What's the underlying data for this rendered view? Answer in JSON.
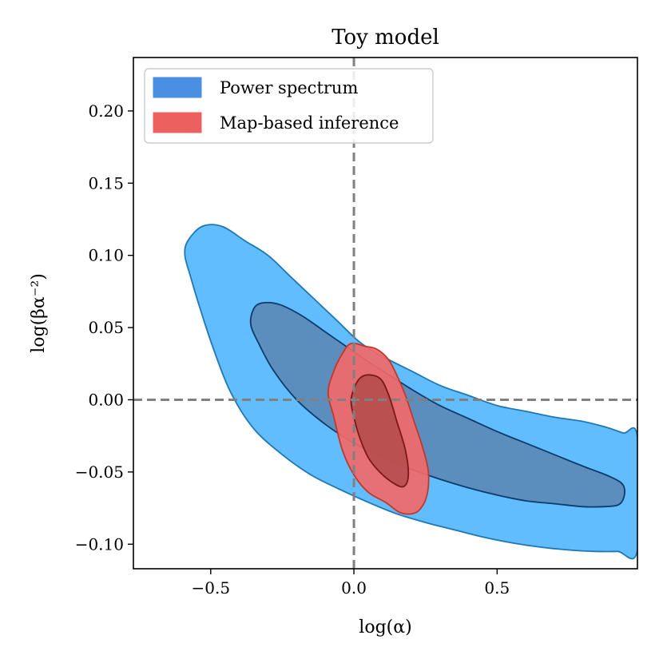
{
  "chart_data": {
    "type": "contour",
    "title": "Toy model",
    "xlabel": "log(α)",
    "ylabel": "log(βα⁻²)",
    "xlim": [
      -0.77,
      0.99
    ],
    "ylim": [
      -0.117,
      0.237
    ],
    "xticks": [
      {
        "value": -0.5,
        "label": "−0.5"
      },
      {
        "value": 0.0,
        "label": "0.0"
      },
      {
        "value": 0.5,
        "label": "0.5"
      }
    ],
    "yticks": [
      {
        "value": 0.2,
        "label": "0.20"
      },
      {
        "value": 0.15,
        "label": "0.15"
      },
      {
        "value": 0.1,
        "label": "0.10"
      },
      {
        "value": 0.05,
        "label": "0.05"
      },
      {
        "value": 0.0,
        "label": "0.00"
      },
      {
        "value": -0.05,
        "label": "−0.05"
      },
      {
        "value": -0.1,
        "label": "−0.10"
      }
    ],
    "reference_lines": [
      {
        "orientation": "vertical",
        "value": 0.0,
        "style": "dashed",
        "color": "#808080"
      },
      {
        "orientation": "horizontal",
        "value": 0.0,
        "style": "dashed",
        "color": "#808080"
      }
    ],
    "legend": {
      "placement": "top-left",
      "entries": [
        {
          "label": "Power spectrum",
          "color": "#4a90e2"
        },
        {
          "label": "Map-based inference",
          "color": "#ec6060"
        }
      ]
    },
    "series": [
      {
        "name": "Power spectrum",
        "contours": [
          {
            "level": "outer",
            "fill": "#62bdff",
            "stroke": "#1f77b4",
            "opacity": 1.0,
            "points": [
              [
                -0.58,
                0.11
              ],
              [
                -0.53,
                0.12
              ],
              [
                -0.46,
                0.12
              ],
              [
                -0.38,
                0.11
              ],
              [
                -0.3,
                0.1
              ],
              [
                -0.22,
                0.085
              ],
              [
                -0.14,
                0.07
              ],
              [
                -0.06,
                0.055
              ],
              [
                0.02,
                0.04
              ],
              [
                0.1,
                0.03
              ],
              [
                0.2,
                0.02
              ],
              [
                0.3,
                0.01
              ],
              [
                0.4,
                0.003
              ],
              [
                0.5,
                -0.004
              ],
              [
                0.6,
                -0.008
              ],
              [
                0.7,
                -0.012
              ],
              [
                0.8,
                -0.015
              ],
              [
                0.88,
                -0.019
              ],
              [
                0.94,
                -0.023
              ],
              [
                0.99,
                -0.026
              ],
              [
                0.99,
                -0.104
              ],
              [
                0.92,
                -0.105
              ],
              [
                0.84,
                -0.105
              ],
              [
                0.75,
                -0.104
              ],
              [
                0.65,
                -0.102
              ],
              [
                0.55,
                -0.099
              ],
              [
                0.45,
                -0.095
              ],
              [
                0.35,
                -0.09
              ],
              [
                0.25,
                -0.085
              ],
              [
                0.15,
                -0.079
              ],
              [
                0.05,
                -0.071
              ],
              [
                -0.05,
                -0.062
              ],
              [
                -0.15,
                -0.052
              ],
              [
                -0.25,
                -0.038
              ],
              [
                -0.35,
                -0.02
              ],
              [
                -0.43,
                0.005
              ],
              [
                -0.49,
                0.035
              ],
              [
                -0.54,
                0.065
              ],
              [
                -0.57,
                0.085
              ],
              [
                -0.59,
                0.1
              ]
            ]
          },
          {
            "level": "inner",
            "fill": "#5b8ebd",
            "stroke": "#0b3c6b",
            "opacity": 1.0,
            "points": [
              [
                -0.35,
                0.063
              ],
              [
                -0.32,
                0.067
              ],
              [
                -0.26,
                0.066
              ],
              [
                -0.18,
                0.058
              ],
              [
                -0.1,
                0.047
              ],
              [
                -0.02,
                0.036
              ],
              [
                0.06,
                0.025
              ],
              [
                0.14,
                0.015
              ],
              [
                0.22,
                0.005
              ],
              [
                0.3,
                -0.004
              ],
              [
                0.4,
                -0.013
              ],
              [
                0.5,
                -0.022
              ],
              [
                0.6,
                -0.03
              ],
              [
                0.7,
                -0.038
              ],
              [
                0.8,
                -0.046
              ],
              [
                0.88,
                -0.052
              ],
              [
                0.93,
                -0.057
              ],
              [
                0.945,
                -0.062
              ],
              [
                0.94,
                -0.069
              ],
              [
                0.92,
                -0.073
              ],
              [
                0.87,
                -0.074
              ],
              [
                0.8,
                -0.074
              ],
              [
                0.7,
                -0.072
              ],
              [
                0.6,
                -0.07
              ],
              [
                0.5,
                -0.066
              ],
              [
                0.4,
                -0.061
              ],
              [
                0.3,
                -0.055
              ],
              [
                0.2,
                -0.048
              ],
              [
                0.1,
                -0.04
              ],
              [
                0.0,
                -0.03
              ],
              [
                -0.1,
                -0.017
              ],
              [
                -0.2,
                0.0
              ],
              [
                -0.28,
                0.02
              ],
              [
                -0.33,
                0.038
              ],
              [
                -0.36,
                0.052
              ]
            ]
          }
        ]
      },
      {
        "name": "Map-based inference",
        "contours": [
          {
            "level": "outer",
            "fill": "#f46868",
            "stroke": "#c0392b",
            "opacity": 0.9,
            "points": [
              [
                -0.04,
                0.032
              ],
              [
                -0.01,
                0.039
              ],
              [
                0.04,
                0.037
              ],
              [
                0.08,
                0.035
              ],
              [
                0.12,
                0.028
              ],
              [
                0.15,
                0.017
              ],
              [
                0.18,
                0.003
              ],
              [
                0.21,
                -0.015
              ],
              [
                0.24,
                -0.033
              ],
              [
                0.26,
                -0.05
              ],
              [
                0.255,
                -0.066
              ],
              [
                0.23,
                -0.076
              ],
              [
                0.2,
                -0.079
              ],
              [
                0.16,
                -0.078
              ],
              [
                0.11,
                -0.071
              ],
              [
                0.05,
                -0.064
              ],
              [
                0.0,
                -0.052
              ],
              [
                -0.04,
                -0.035
              ],
              [
                -0.07,
                -0.012
              ],
              [
                -0.09,
                0.005
              ],
              [
                -0.07,
                0.02
              ]
            ]
          },
          {
            "level": "inner",
            "fill": "#b44b4b",
            "stroke": "#7a1818",
            "opacity": 0.85,
            "points": [
              [
                -0.01,
                0.0
              ],
              [
                0.01,
                0.012
              ],
              [
                0.04,
                0.017
              ],
              [
                0.09,
                0.015
              ],
              [
                0.12,
                0.004
              ],
              [
                0.15,
                -0.015
              ],
              [
                0.18,
                -0.035
              ],
              [
                0.19,
                -0.052
              ],
              [
                0.175,
                -0.06
              ],
              [
                0.14,
                -0.058
              ],
              [
                0.09,
                -0.05
              ],
              [
                0.05,
                -0.04
              ],
              [
                0.02,
                -0.026
              ],
              [
                0.0,
                -0.012
              ]
            ]
          }
        ]
      }
    ]
  }
}
